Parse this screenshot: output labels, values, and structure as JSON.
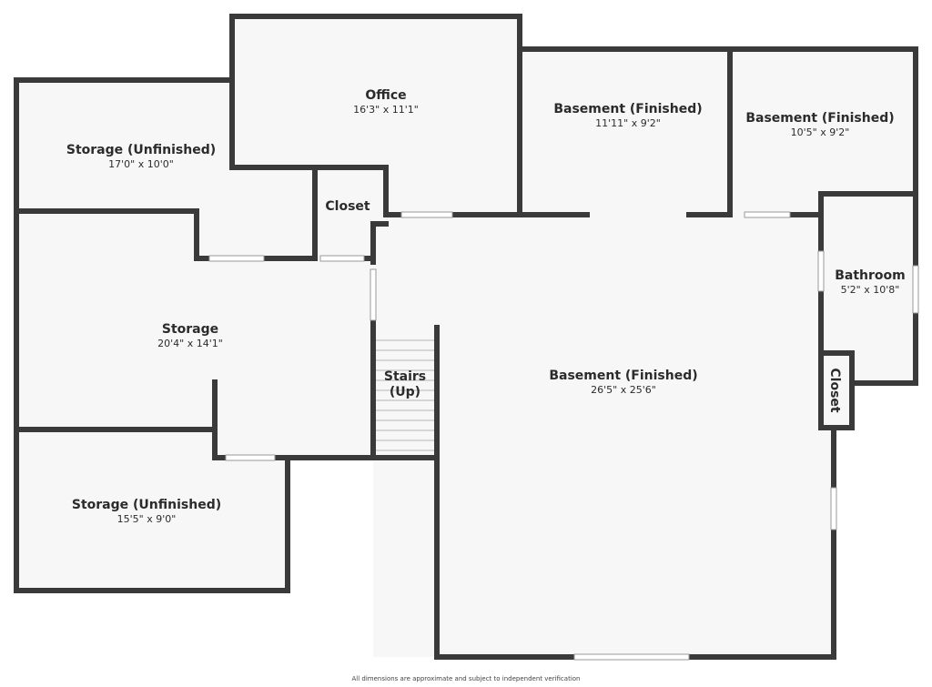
{
  "rooms": {
    "office": {
      "name": "Office",
      "dims": "16'3\" x 11'1\""
    },
    "basement_finished_a": {
      "name": "Basement (Finished)",
      "dims": "11'11\" x 9'2\""
    },
    "basement_finished_b": {
      "name": "Basement (Finished)",
      "dims": "10'5\" x 9'2\""
    },
    "storage_unfinished_top": {
      "name": "Storage (Unfinished)",
      "dims": "17'0\" x 10'0\""
    },
    "closet_center": {
      "name": "Closet"
    },
    "storage": {
      "name": "Storage",
      "dims": "20'4\" x 14'1\""
    },
    "stairs": {
      "line1": "Stairs",
      "line2": "(Up)"
    },
    "basement_finished_main": {
      "name": "Basement (Finished)",
      "dims": "26'5\" x 25'6\""
    },
    "bathroom": {
      "name": "Bathroom",
      "dims": "5'2\" x 10'8\""
    },
    "closet_right": {
      "name": "Closet"
    },
    "storage_unfinished_bottom": {
      "name": "Storage (Unfinished)",
      "dims": "15'5\" x 9'0\""
    }
  },
  "footer": {
    "disclaimer": "All dimensions are approximate and subject to independent verification"
  },
  "colors": {
    "wall": "#3a3a3a",
    "floor": "#f7f7f7",
    "door_opening": "#ffffff",
    "text": "#2b2b2b"
  }
}
